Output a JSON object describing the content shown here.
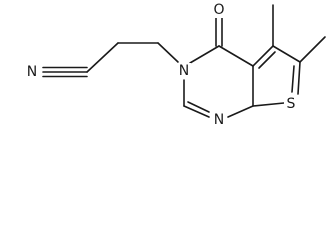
{
  "molecule": {
    "atoms": [
      {
        "id": "n_nitrile",
        "label": "N"
      },
      {
        "id": "o_carbonyl",
        "label": "O"
      },
      {
        "id": "n3",
        "label": "N"
      },
      {
        "id": "n1",
        "label": "N"
      },
      {
        "id": "s_thiophene",
        "label": "S"
      }
    ]
  }
}
